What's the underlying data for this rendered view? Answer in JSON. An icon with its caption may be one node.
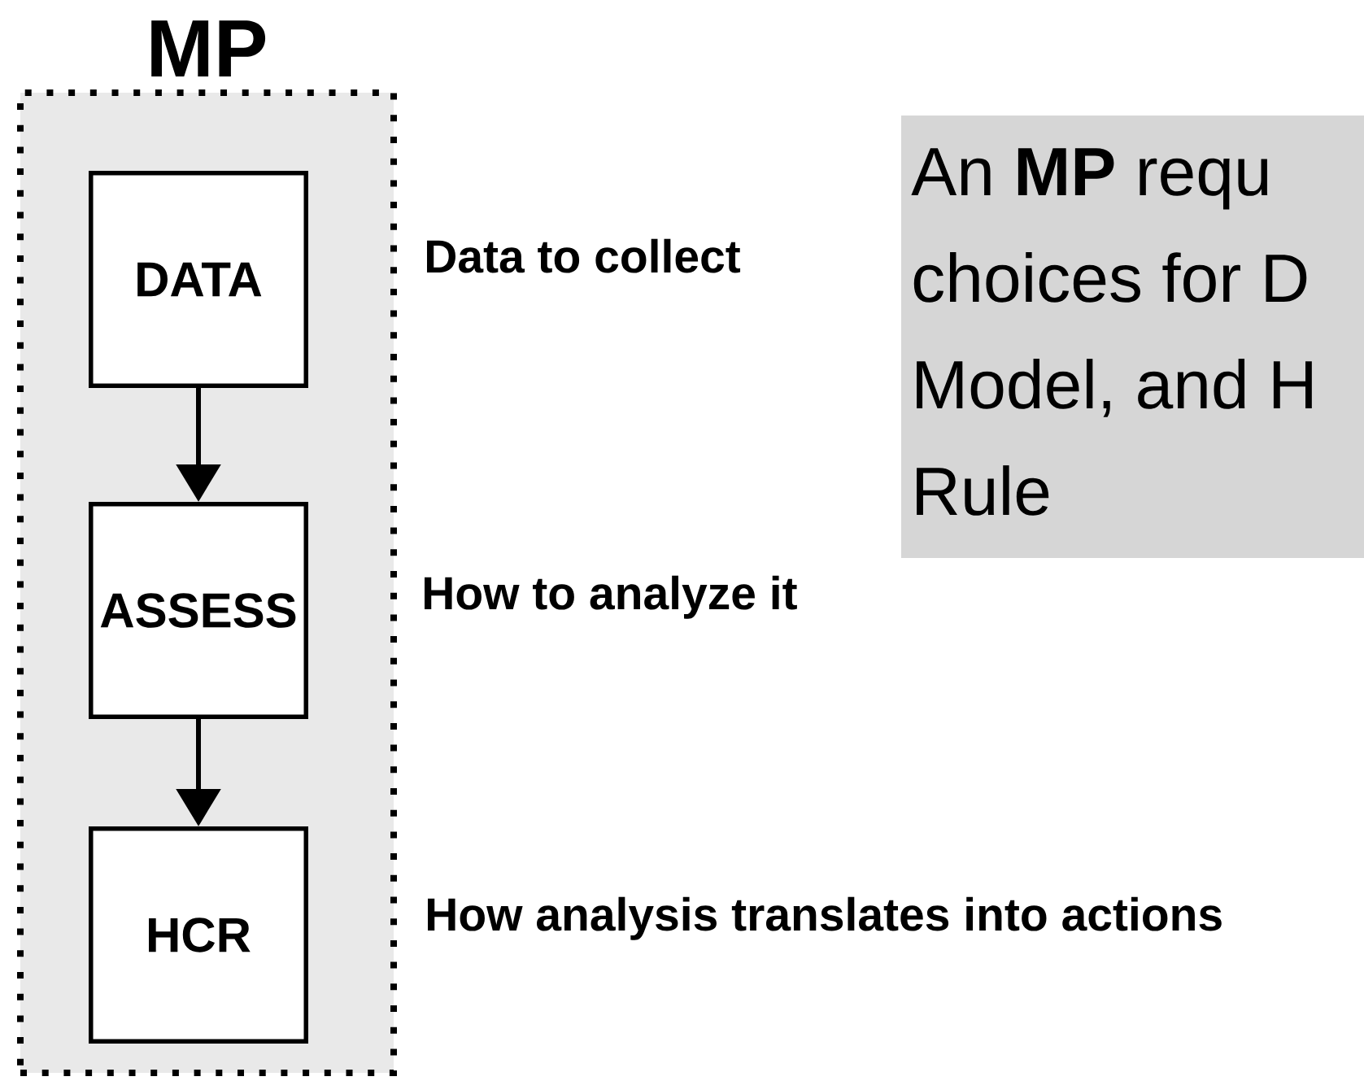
{
  "diagram": {
    "nodes": [
      {
        "text": [
          "MP"
        ]
      },
      {
        "text": [
          "DATA"
        ],
        "in": 0,
        "beside": [
          "Data to collect"
        ]
      },
      {
        "text": [
          "ASSESS"
        ],
        "in": 0,
        "beside": [
          "How to analyze it"
        ]
      },
      {
        "text": [
          "HCR"
        ],
        "in": 0,
        "beside": [
          "How analysis translates into actions"
        ]
      },
      {
        "text": [
          "An **MP** requ choices for D Model, and H Rule"
        ]
      }
    ],
    "edges": [
      {
        "from": 1,
        "to": 2,
        "arrow": "to"
      },
      {
        "from": 2,
        "to": 3,
        "arrow": "to"
      }
    ]
  }
}
